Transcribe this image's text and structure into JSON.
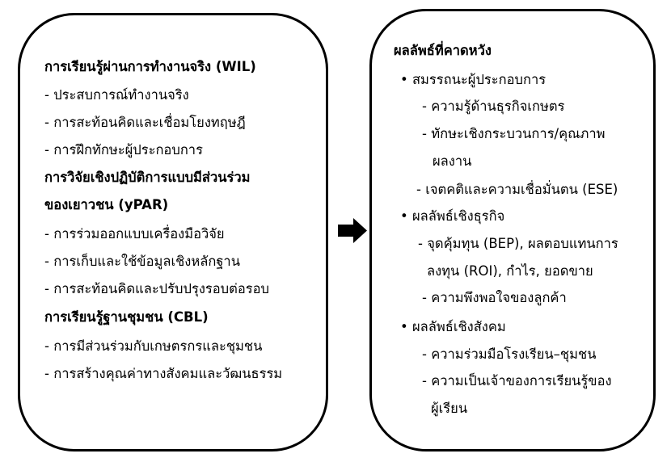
{
  "left_box": {
    "sections": [
      {
        "title": "การเรียนรู้ผ่านการทำงานจริง (WIL)",
        "items": [
          "- ประสบการณ์ทำงานจริง",
          "- การสะท้อนคิดและเชื่อมโยงทฤษฎี",
          "- การฝึกทักษะผู้ประกอบการ"
        ]
      },
      {
        "title_line1": "การวิจัยเชิงปฏิบัติการแบบมีส่วนร่วม",
        "title_line2": "ของเยาวชน (yPAR)",
        "items": [
          "- การร่วมออกแบบเครื่องมือวิจัย",
          "- การเก็บและใช้ข้อมูลเชิงหลักฐาน",
          " - การสะท้อนคิดและปรับปรุงรอบต่อรอบ"
        ]
      },
      {
        "title": "การเรียนรู้ฐานชุมชน (CBL)",
        "items": [
          "- การมีส่วนร่วมกับเกษตรกรและชุมชน",
          "- การสร้างคุณค่าทางสังคมและวัฒนธรรม"
        ]
      }
    ]
  },
  "arrow": {
    "icon": "right-arrow-icon",
    "color": "#000000"
  },
  "right_box": {
    "title": "ผลลัพธ์ที่คาดหวัง",
    "groups": [
      {
        "bullet": "• สมรรถนะผู้ประกอบการ",
        "items": [
          "- ความรู้ด้านธุรกิจเกษตร",
          "- ทักษะเชิงกระบวนการ/คุณภาพ",
          "ผลงาน",
          "- เจตคติและความเชื่อมั่นตน (ESE)"
        ]
      },
      {
        "bullet": "• ผลลัพธ์เชิงธุรกิจ",
        "items": [
          "- จุดคุ้มทุน (BEP), ผลตอบแทนการ",
          "ลงทุน (ROI), กำไร, ยอดขาย",
          "- ความพึงพอใจของลูกค้า"
        ]
      },
      {
        "bullet": "• ผลลัพธ์เชิงสังคม",
        "items": [
          "- ความร่วมมือโรงเรียน–ชุมชน",
          "- ความเป็นเจ้าของการเรียนรู้ของ",
          "ผู้เรียน"
        ]
      }
    ]
  }
}
